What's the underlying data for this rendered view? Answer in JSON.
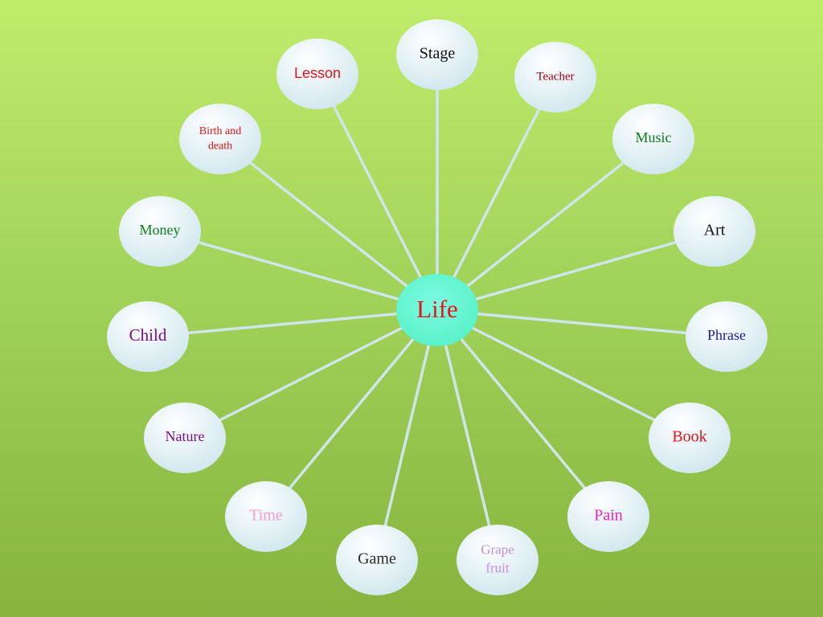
{
  "center": {
    "label": "Life",
    "color": "#e8151f",
    "fill": "#66f7d2"
  },
  "nodes": [
    {
      "id": "stage",
      "lines": [
        "Stage"
      ],
      "color": "#111111",
      "font": "serif"
    },
    {
      "id": "teacher",
      "lines": [
        "Teacher"
      ],
      "color": "#a3001b",
      "font": "serif"
    },
    {
      "id": "music",
      "lines": [
        "Music"
      ],
      "color": "#0c7a1a",
      "font": "serif"
    },
    {
      "id": "art",
      "lines": [
        "Art"
      ],
      "color": "#111111",
      "font": "serif"
    },
    {
      "id": "phrase",
      "lines": [
        "Phrase"
      ],
      "color": "#1a1e90",
      "font": "serif"
    },
    {
      "id": "book",
      "lines": [
        "Book"
      ],
      "color": "#e3141b",
      "font": "serif"
    },
    {
      "id": "pain",
      "lines": [
        "Pain"
      ],
      "color": "#ee22c9",
      "font": "serif"
    },
    {
      "id": "grape-fruit",
      "lines": [
        "Grape",
        "fruit"
      ],
      "color": "#c58ce8",
      "font": "serif"
    },
    {
      "id": "game",
      "lines": [
        "Game"
      ],
      "color": "#2b2b2b",
      "font": "serif"
    },
    {
      "id": "time",
      "lines": [
        "Time"
      ],
      "color": "#f59ad1",
      "font": "serif"
    },
    {
      "id": "nature",
      "lines": [
        "Nature"
      ],
      "color": "#7a0d8a",
      "font": "serif"
    },
    {
      "id": "child",
      "lines": [
        "Child"
      ],
      "color": "#7a0d8a",
      "font": "serif"
    },
    {
      "id": "money",
      "lines": [
        "Money"
      ],
      "color": "#0c7a1a",
      "font": "serif"
    },
    {
      "id": "birth-and-death",
      "lines": [
        "Birth and",
        "death"
      ],
      "color": "#e3141b",
      "font": "serif"
    },
    {
      "id": "lesson",
      "lines": [
        "Lesson"
      ],
      "color": "#e3141b",
      "font": "sans"
    }
  ],
  "style": {
    "bubble_fill_top": "#ffffff",
    "bubble_fill_bottom": "#cde7ec",
    "connector_color": "#cfe6ea"
  }
}
